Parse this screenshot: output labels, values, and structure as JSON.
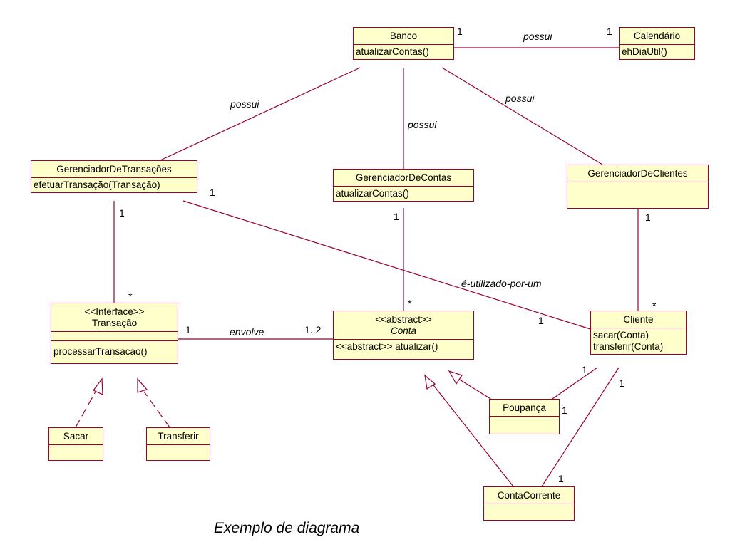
{
  "classes": {
    "banco": {
      "name": "Banco",
      "methods": [
        "atualizarContas()"
      ]
    },
    "calendario": {
      "name": "Calendário",
      "methods": [
        "ehDiaUtil()"
      ]
    },
    "gerenciador_transacoes": {
      "name": "GerenciadorDeTransações",
      "methods": [
        "efetuarTransação(Transação)"
      ]
    },
    "gerenciador_contas": {
      "name": "GerenciadorDeContas",
      "methods": [
        "atualizarContas()"
      ]
    },
    "gerenciador_clientes": {
      "name": "GerenciadorDeClientes",
      "methods": []
    },
    "transacao": {
      "stereotype": "<<Interface>>",
      "name": "Transação",
      "methods": [
        "processarTransacao()"
      ]
    },
    "conta": {
      "stereotype": "<<abstract>>",
      "name": "Conta",
      "methods": [
        "<<abstract>> atualizar()"
      ]
    },
    "cliente": {
      "name": "Cliente",
      "methods": [
        "sacar(Conta)",
        "transferir(Conta)"
      ]
    },
    "poupanca": {
      "name": "Poupança",
      "methods": []
    },
    "sacar": {
      "name": "Sacar",
      "methods": []
    },
    "transferir": {
      "name": "Transferir",
      "methods": []
    },
    "conta_corrente": {
      "name": "ContaCorrente",
      "methods": []
    }
  },
  "associations": {
    "banco_calendario": {
      "label": "possui",
      "mult_a": "1",
      "mult_b": "1"
    },
    "banco_gtransacoes": {
      "label": "possui"
    },
    "banco_gcontas": {
      "label": "possui"
    },
    "banco_gclientes": {
      "label": "possui"
    },
    "gtransacoes_transacao": {
      "mult_a": "1",
      "mult_b": "*"
    },
    "gcontas_conta": {
      "mult_a": "1",
      "mult_b": "*"
    },
    "gclientes_cliente": {
      "mult_a": "1",
      "mult_b": "*"
    },
    "gtransacoes_cliente": {
      "label": "é-utilizado-por-um",
      "mult_a": "1",
      "mult_b": "1"
    },
    "transacao_conta": {
      "label": "envolve",
      "mult_a": "1",
      "mult_b": "1..2"
    },
    "cliente_poupanca": {
      "mult_a": "1",
      "mult_b": "1"
    },
    "cliente_contacorrente": {
      "mult_a": "1",
      "mult_b": "1"
    }
  },
  "caption": "Exemplo de diagrama"
}
